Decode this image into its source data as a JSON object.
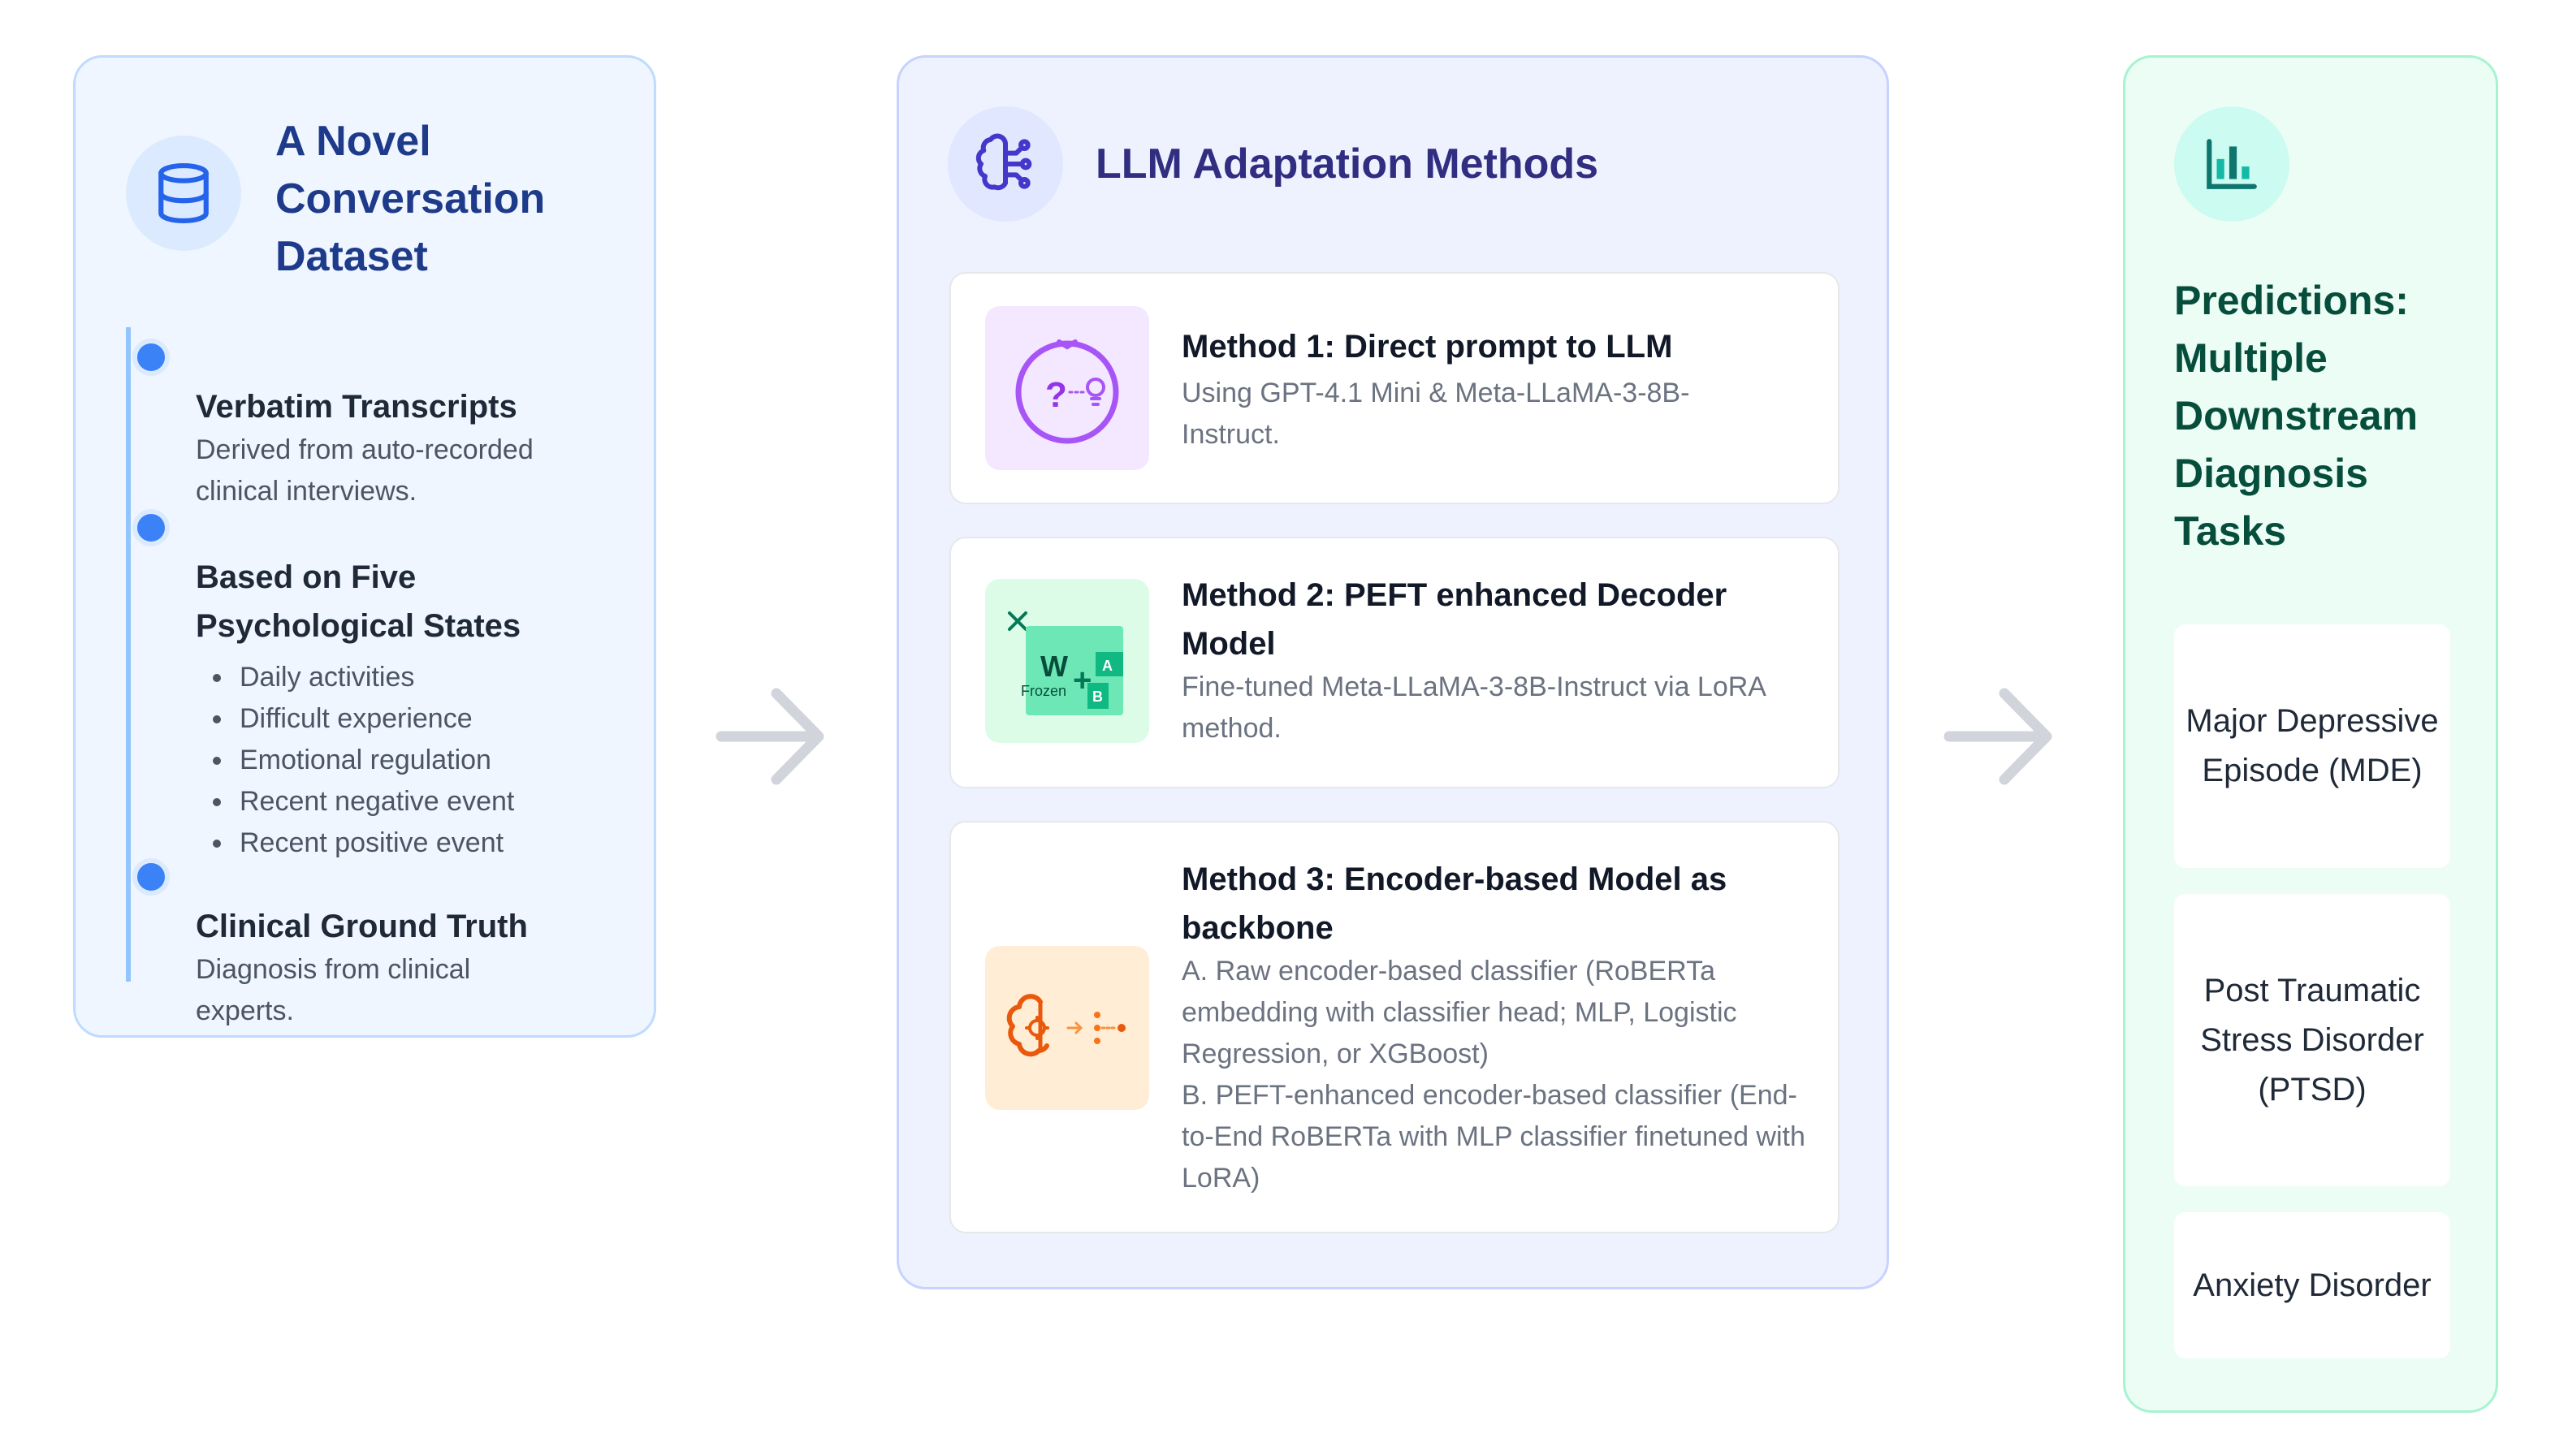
{
  "dataset": {
    "title": "A Novel Conversation Dataset",
    "icon": "database-icon",
    "sections": [
      {
        "title": "Verbatim Transcripts",
        "description": "Derived from auto-recorded clinical interviews."
      },
      {
        "title": "Based on Five Psychological States",
        "items": [
          "Daily activities",
          "Difficult experience",
          "Emotional regulation",
          "Recent negative event",
          "Recent positive event"
        ]
      },
      {
        "title": "Clinical Ground Truth",
        "description": "Diagnosis from clinical experts."
      }
    ]
  },
  "methods": {
    "title": "LLM Adaptation Methods",
    "icon": "brain-circuit-icon",
    "cards": [
      {
        "title": "Method 1: Direct prompt to LLM",
        "description": "Using GPT-4.1 Mini & Meta-LLaMA-3-8B-Instruct.",
        "icon": "brain-question-icon",
        "icon_text": "?"
      },
      {
        "title": "Method 2: PEFT enhanced Decoder Model",
        "description": "Fine-tuned Meta-LLaMA-3-8B-Instruct via LoRA method.",
        "icon": "lora-matrix-icon",
        "icon_labels": {
          "w": "W",
          "frozen": "Frozen",
          "a": "A",
          "b": "B",
          "plus": "+"
        }
      },
      {
        "title": "Method 3: Encoder-based Model as backbone",
        "description_lines": [
          "A. Raw encoder-based classifier (RoBERTa embedding with classifier head; MLP, Logistic Regression, or XGBoost)",
          "B. PEFT-enhanced encoder-based classifier (End-to-End RoBERTa with MLP classifier finetuned with LoRA)"
        ],
        "icon": "encoder-network-icon"
      }
    ]
  },
  "predictions": {
    "title": "Predictions: Multiple Downstream Diagnosis Tasks",
    "icon": "bar-chart-icon",
    "tasks": [
      "Major Depressive Episode (MDE)",
      "Post Traumatic Stress Disorder (PTSD)",
      "Anxiety Disorder"
    ]
  },
  "colors": {
    "dataset_accent": "#3b82f6",
    "methods_accent": "#4338ca",
    "predictions_accent": "#0f766e",
    "arrow": "#d1d5db"
  }
}
